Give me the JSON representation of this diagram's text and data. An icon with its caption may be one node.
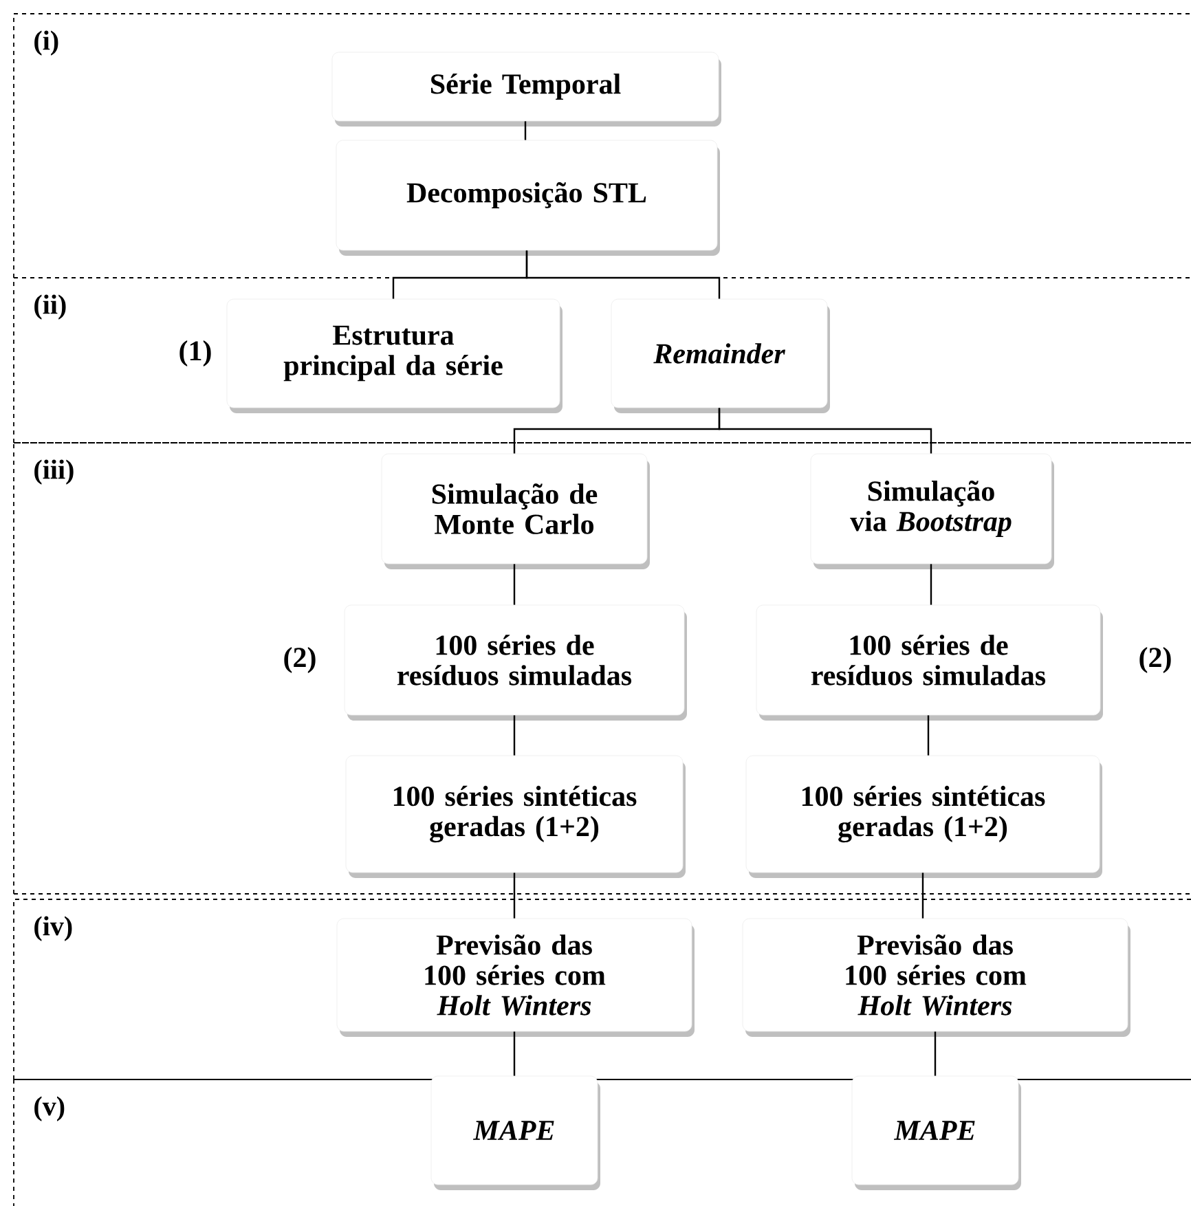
{
  "diagram": {
    "nodes": [
      {
        "text": [
          "(i)"
        ]
      },
      {
        "text": [
          "Série Temporal"
        ],
        "in": 0
      },
      {
        "text": [
          "Decomposição STL"
        ],
        "in": 0
      },
      {
        "text": [
          "(ii)"
        ]
      },
      {
        "text": [
          "Estrutura principal da série"
        ],
        "in": 3,
        "beside": [
          "(1)"
        ]
      },
      {
        "text": [
          "Remainder"
        ],
        "in": 3
      },
      {
        "text": [
          "(**iii**)"
        ]
      },
      {
        "text": [
          "Simulação de Monte Carlo"
        ],
        "in": 6
      },
      {
        "text": [
          "Simulação via *Bootstrap*"
        ],
        "in": 6
      },
      {
        "text": [
          "100 séries de resíduos simuladas"
        ],
        "in": 6,
        "beside": [
          "(2)"
        ]
      },
      {
        "text": [
          "100 séries de resíduos simuladas"
        ],
        "in": 6,
        "beside": [
          "(2)"
        ]
      },
      {
        "text": [
          "100 séries sintéticas geradas (1+2)"
        ],
        "in": 6
      },
      {
        "text": [
          "100 séries sintéticas geradas (1+2)"
        ],
        "in": 6
      },
      {
        "text": [
          "(iv)"
        ]
      },
      {
        "text": [
          "Previsão das 100 séries com *Holt Winters*"
        ],
        "in": 13
      },
      {
        "text": [
          "Previsão das 100 séries com *Holt Winters*"
        ],
        "in": 13
      },
      {
        "text": [
          "(v)"
        ]
      },
      {
        "text": [
          "MAPE"
        ],
        "in": 16
      },
      {
        "text": [
          "MAPE"
        ],
        "in": 16
      }
    ],
    "edges": [
      {
        "from": 1,
        "to": 2,
        "arrow": "none"
      },
      {
        "from": 2,
        "to": 4,
        "arrow": "none"
      },
      {
        "from": 2,
        "to": 5,
        "arrow": "none"
      },
      {
        "from": 5,
        "to": 7,
        "arrow": "none"
      },
      {
        "from": 5,
        "to": 8,
        "arrow": "none"
      },
      {
        "from": 7,
        "to": 9,
        "arrow": "none"
      },
      {
        "from": 8,
        "to": 10,
        "arrow": "none"
      },
      {
        "from": 9,
        "to": 11,
        "arrow": "none"
      },
      {
        "from": 10,
        "to": 12,
        "arrow": "none"
      },
      {
        "from": 11,
        "to": 14,
        "arrow": "none"
      },
      {
        "from": 12,
        "to": 15,
        "arrow": "none"
      },
      {
        "from": 14,
        "to": 17,
        "arrow": "none"
      },
      {
        "from": 15,
        "to": 18,
        "arrow": "none"
      }
    ]
  }
}
